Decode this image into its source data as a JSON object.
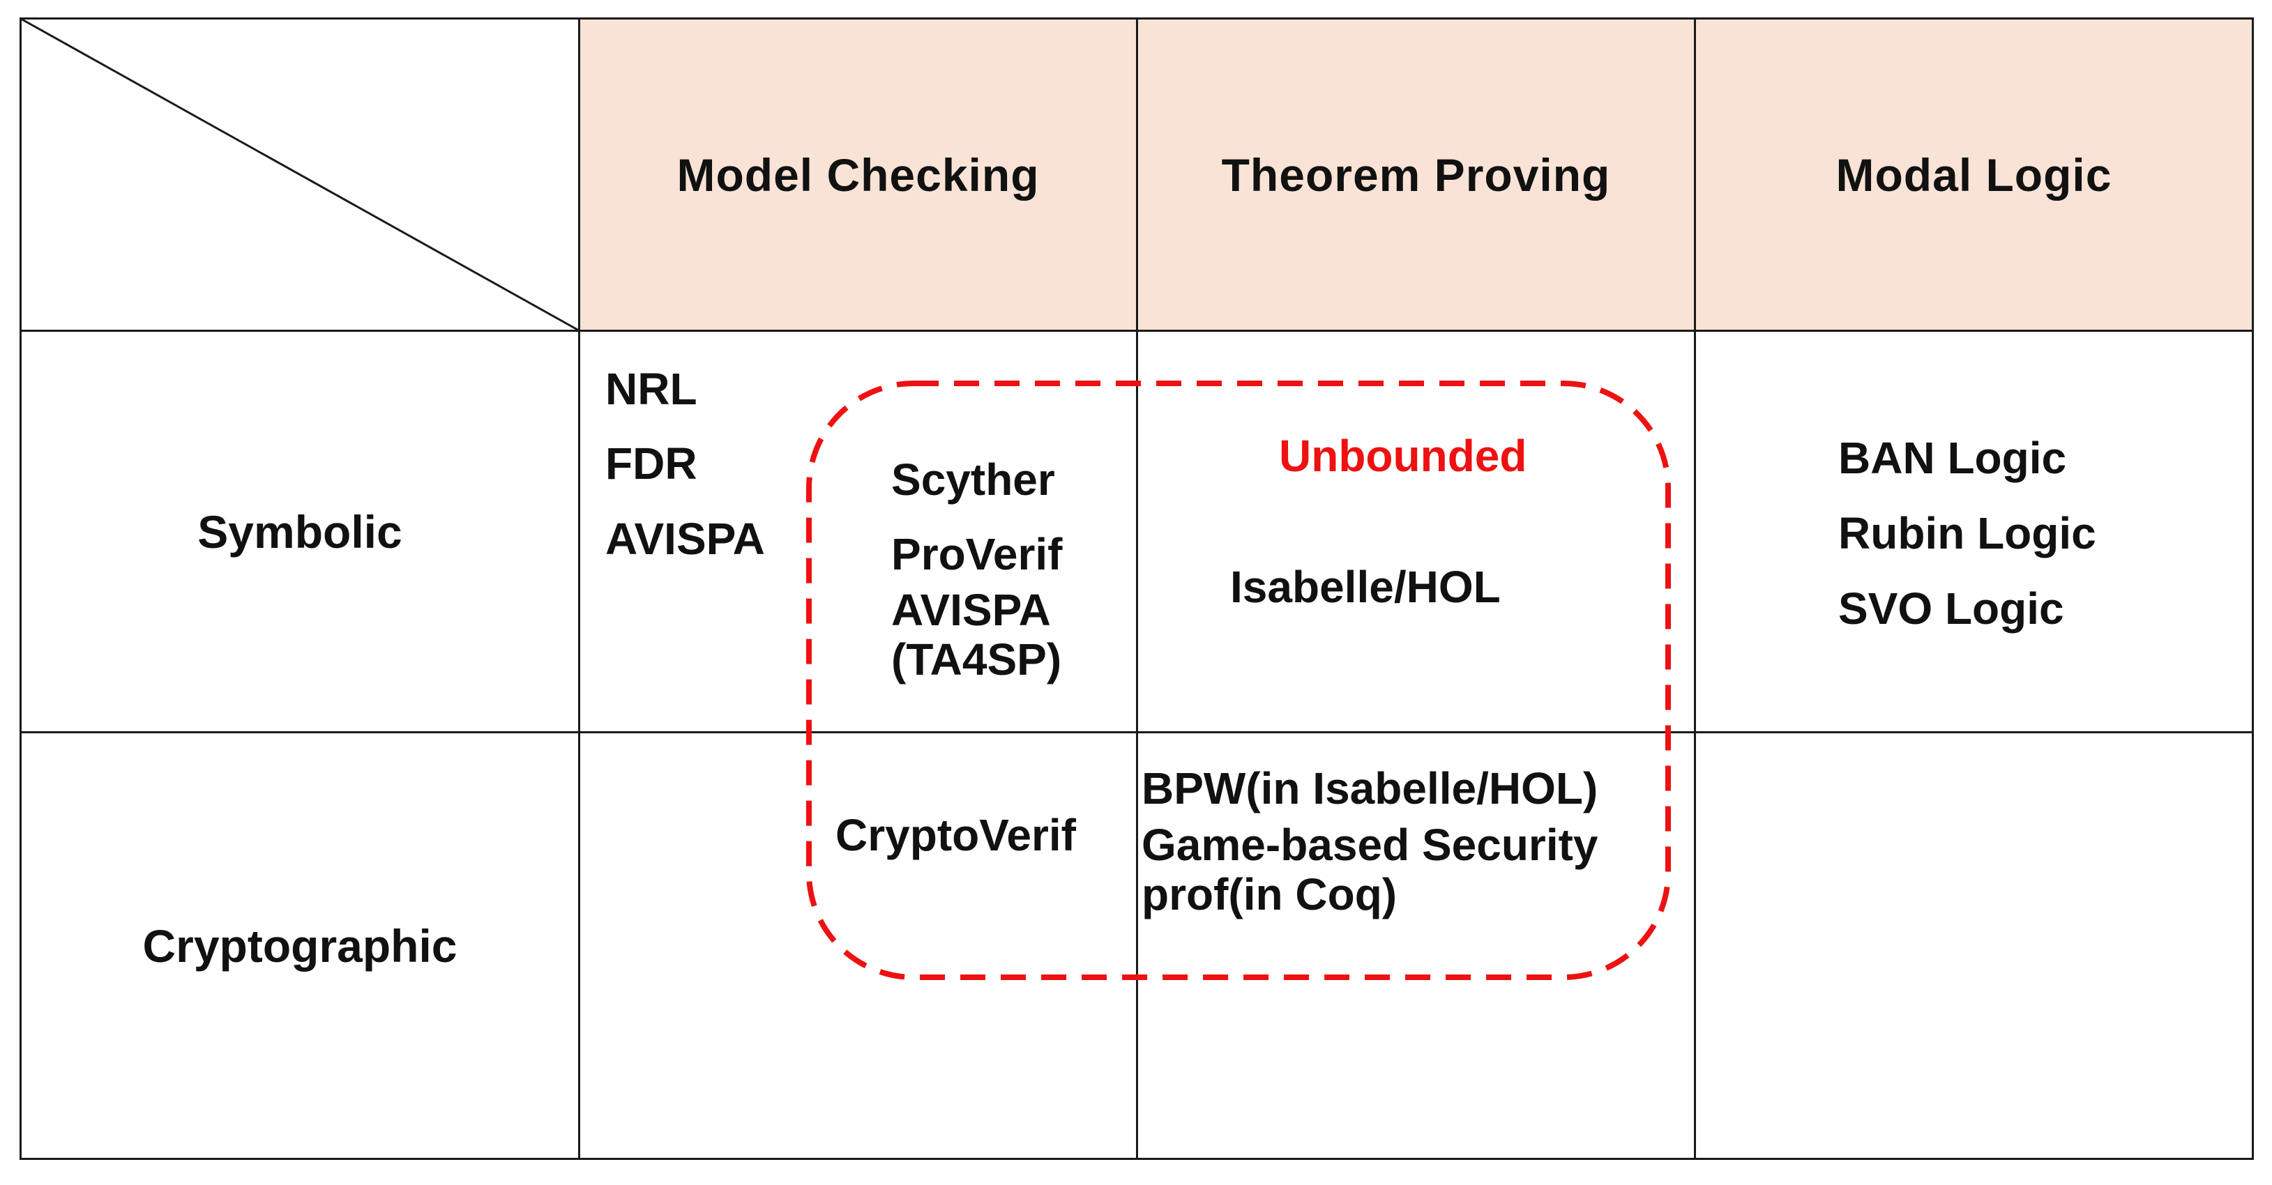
{
  "columns": [
    "Model Checking",
    "Theorem Proving",
    "Modal Logic"
  ],
  "rows": [
    "Symbolic",
    "Cryptographic"
  ],
  "cells": {
    "symbolic_model_checking": [
      "NRL",
      "FDR",
      "AVISPA"
    ],
    "symbolic_overlap_mc": [
      "Scyther",
      "ProVerif",
      "AVISPA",
      "(TA4SP)"
    ],
    "unbounded_label": "Unbounded",
    "symbolic_theorem_proving": "Isabelle/HOL",
    "symbolic_modal_logic": [
      "BAN Logic",
      "Rubin Logic",
      "SVO Logic"
    ],
    "crypto_model_checking": "CryptoVerif",
    "crypto_theorem_proving": [
      "BPW(in Isabelle/HOL)",
      "Game-based Security",
      "prof(in Coq)"
    ]
  },
  "colors": {
    "header_bg": "#f9e3d6",
    "grid": "#1a1a1a",
    "highlight": "#ee1111",
    "text": "#111111"
  }
}
